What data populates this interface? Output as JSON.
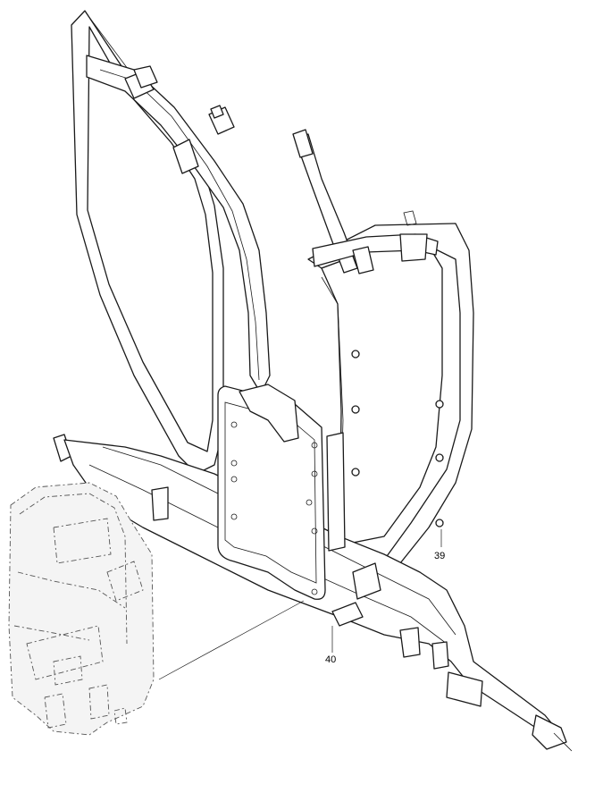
{
  "figure": {
    "callouts": [
      {
        "id": "39",
        "label": "39"
      },
      {
        "id": "40",
        "label": "40"
      }
    ]
  }
}
